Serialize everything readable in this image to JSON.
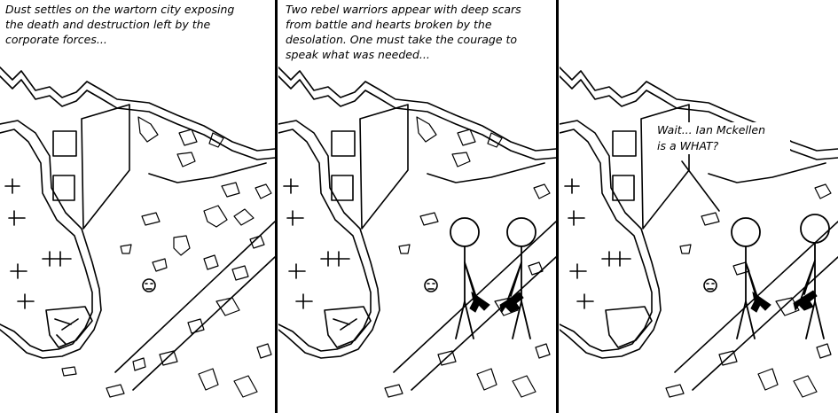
{
  "comic": {
    "panels": [
      {
        "caption": "Dust settles on the wartorn city exposing\nthe death and destruction left by the\ncorporate forces..."
      },
      {
        "caption": "Two rebel warriors appear with deep scars\nfrom battle and hearts broken by the\ndesolation. One must take the courage to\nspeak what was needed..."
      },
      {
        "speech": "Wait... Ian Mckellen\nis a WHAT?"
      }
    ],
    "ink_color": "#000000",
    "paper_color": "#ffffff"
  }
}
